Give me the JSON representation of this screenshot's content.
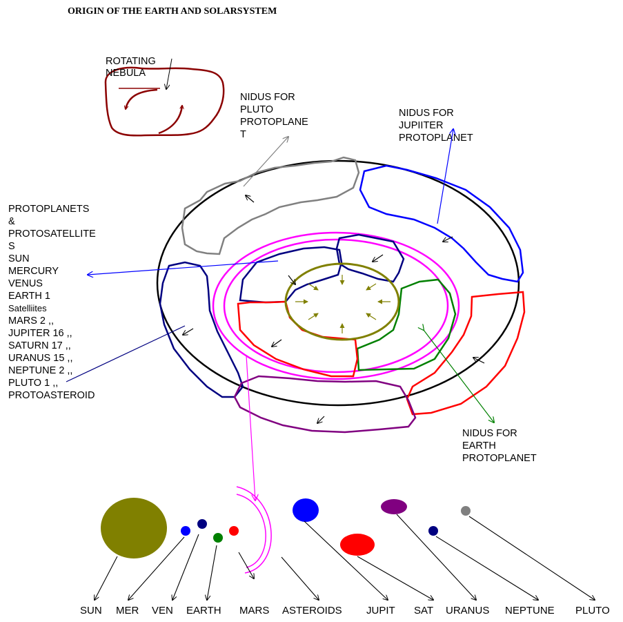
{
  "title": "ORIGIN OF THE EARTH AND SOLARSYSTEM",
  "nebula_label": [
    "ROTATING",
    "NEBULA"
  ],
  "pluto_label": [
    "NIDUS FOR",
    "PLUTO",
    "PROTOPLANE",
    "T"
  ],
  "jupiter_label": [
    "NIDUS FOR",
    "JUPIITER",
    "PROTOPLANET"
  ],
  "earth_label": [
    "NIDUS FOR",
    "EARTH",
    "PROTOPLANET"
  ],
  "protoplanets_list": [
    " PROTOPLANETS",
    "&",
    "PROTOSATELLITE",
    "S",
    "SUN",
    "MERCURY",
    "VENUS",
    "EARTH       1",
    "Satelliites",
    "MARS       2    ,,",
    "JUPITER     16   ,,",
    "SATURN     17  ,,",
    "URANUS     15  ,,",
    "NEPTUNE   2  ,,",
    "PLUTO        1   ,,",
    "PROTOASTEROID"
  ],
  "bottom_labels": [
    "SUN",
    "MER",
    "VEN",
    "EARTH",
    "MARS",
    "ASTEROIDS",
    "JUPIT",
    "SAT",
    "URANUS",
    "NEPTUNE",
    "PLUTO"
  ],
  "colors": {
    "sun": "#808000",
    "mercury": "#0000ff",
    "venus": "#000080",
    "earth": "#008000",
    "mars": "#ff0000",
    "jupiter": "#0000ff",
    "saturn": "#ff0000",
    "uranus": "#800080",
    "neptune": "#000080",
    "pluto": "#808080",
    "nebula": "#8b0000",
    "rings": "#ff00ff"
  }
}
